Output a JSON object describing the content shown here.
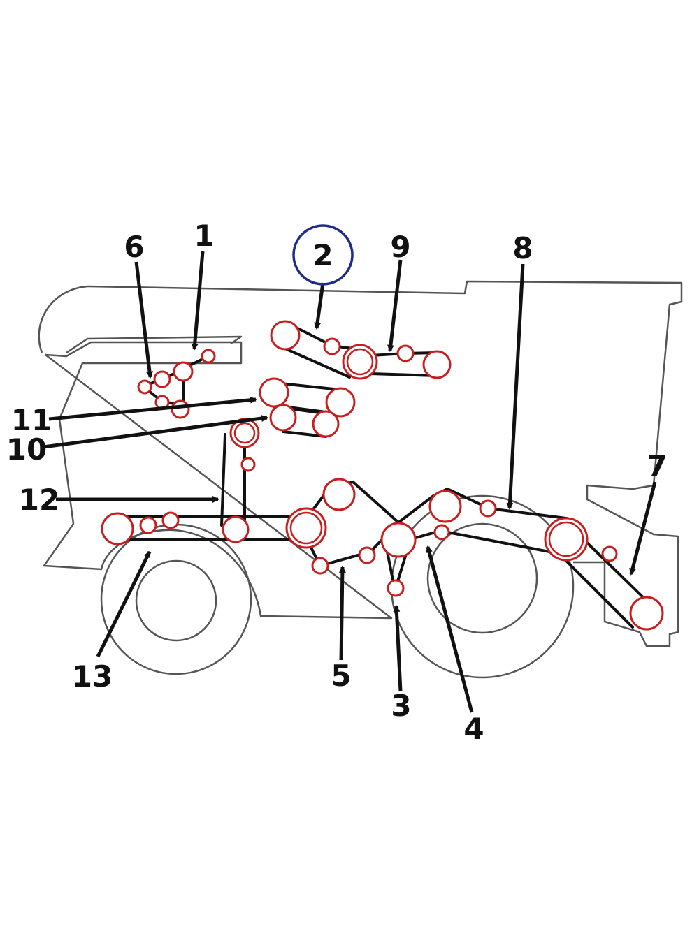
{
  "colors": {
    "pulley": "#c81e1e",
    "belt": "#111111",
    "outline": "#555555",
    "highlight": "#1f2a8a"
  },
  "highlighted_label": "2",
  "labels": [
    {
      "id": "1",
      "text": "1"
    },
    {
      "id": "2",
      "text": "2"
    },
    {
      "id": "3",
      "text": "3"
    },
    {
      "id": "4",
      "text": "4"
    },
    {
      "id": "5",
      "text": "5"
    },
    {
      "id": "6",
      "text": "6"
    },
    {
      "id": "7",
      "text": "7"
    },
    {
      "id": "8",
      "text": "8"
    },
    {
      "id": "9",
      "text": "9"
    },
    {
      "id": "10",
      "text": "10"
    },
    {
      "id": "11",
      "text": "11"
    },
    {
      "id": "12",
      "text": "12"
    },
    {
      "id": "13",
      "text": "13"
    }
  ]
}
